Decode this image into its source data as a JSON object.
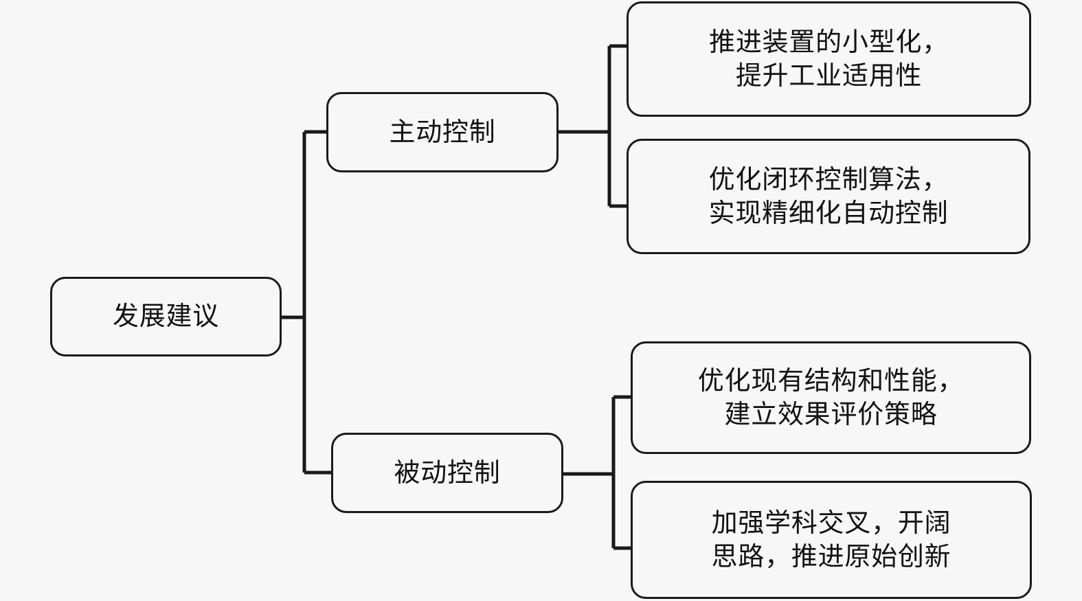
{
  "diagram": {
    "type": "mind-map-tree",
    "orientation": "left-to-right",
    "background_color": "#f7f7f7",
    "line_color": "#1a1a1a",
    "text_color": "#111111",
    "root": {
      "label": "发展建议"
    },
    "branches": [
      {
        "label": "主动控制",
        "children": [
          {
            "label": "推进装置的小型化，\n提升工业适用性"
          },
          {
            "label": "优化闭环控制算法，\n实现精细化自动控制"
          }
        ]
      },
      {
        "label": "被动控制",
        "children": [
          {
            "label": "优化现有结构和性能，\n建立效果评价策略"
          },
          {
            "label": "加强学科交叉，开阔\n思路，推进原始创新"
          }
        ]
      }
    ]
  }
}
